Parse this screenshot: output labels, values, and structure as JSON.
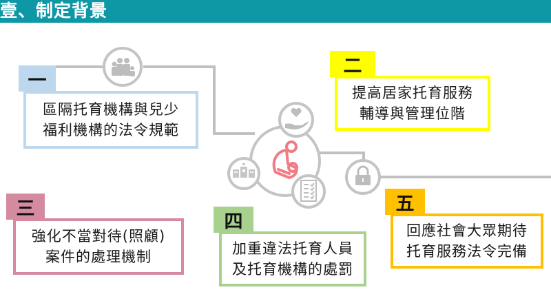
{
  "header": {
    "title": "壹、制定背景",
    "background": "#0e98a6"
  },
  "center": {
    "icon": "mother-child-icon",
    "color": "#f07c86"
  },
  "satellite_icons": [
    "family-icon",
    "heart-hand-icon",
    "building-icon",
    "checklist-icon",
    "lock-icon"
  ],
  "items": [
    {
      "number": "一",
      "lines": [
        "區隔托育機構與兒少",
        "福利機構的法令規範"
      ],
      "color": "#bdd7ee"
    },
    {
      "number": "二",
      "lines": [
        "提高居家托育服務",
        "輔導與管理位階"
      ],
      "color": "#ffff00"
    },
    {
      "number": "三",
      "lines": [
        "強化不當對待(照顧)",
        "案件的處理機制"
      ],
      "color": "#d48a9f"
    },
    {
      "number": "四",
      "lines": [
        "加重違法托育人員",
        "及托育機構的處罰"
      ],
      "color": "#a9d18e"
    },
    {
      "number": "五",
      "lines": [
        "回應社會大眾期待",
        "托育服務法令完備"
      ],
      "color": "#ffc000"
    }
  ]
}
